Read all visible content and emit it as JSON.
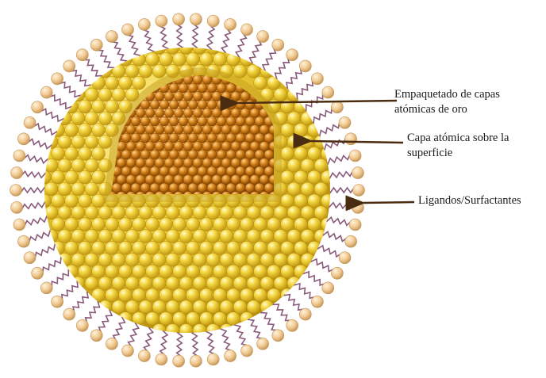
{
  "labels": {
    "core_line1": "Empaquetado de capas",
    "core_line2": "atómicas de oro",
    "surface_line1": "Capa atómica sobre la",
    "surface_line2": "superficie",
    "ligands": "Ligandos/Surfactantes"
  },
  "colors": {
    "shell_atom": "#f2d23a",
    "shell_atom_dark": "#c9a117",
    "core_atom": "#d88a1e",
    "core_atom_dark": "#9a5508",
    "ligand_head": "#f3cf9a",
    "ligand_tail": "#8a5a7a",
    "arrow": "#4a2c10"
  }
}
